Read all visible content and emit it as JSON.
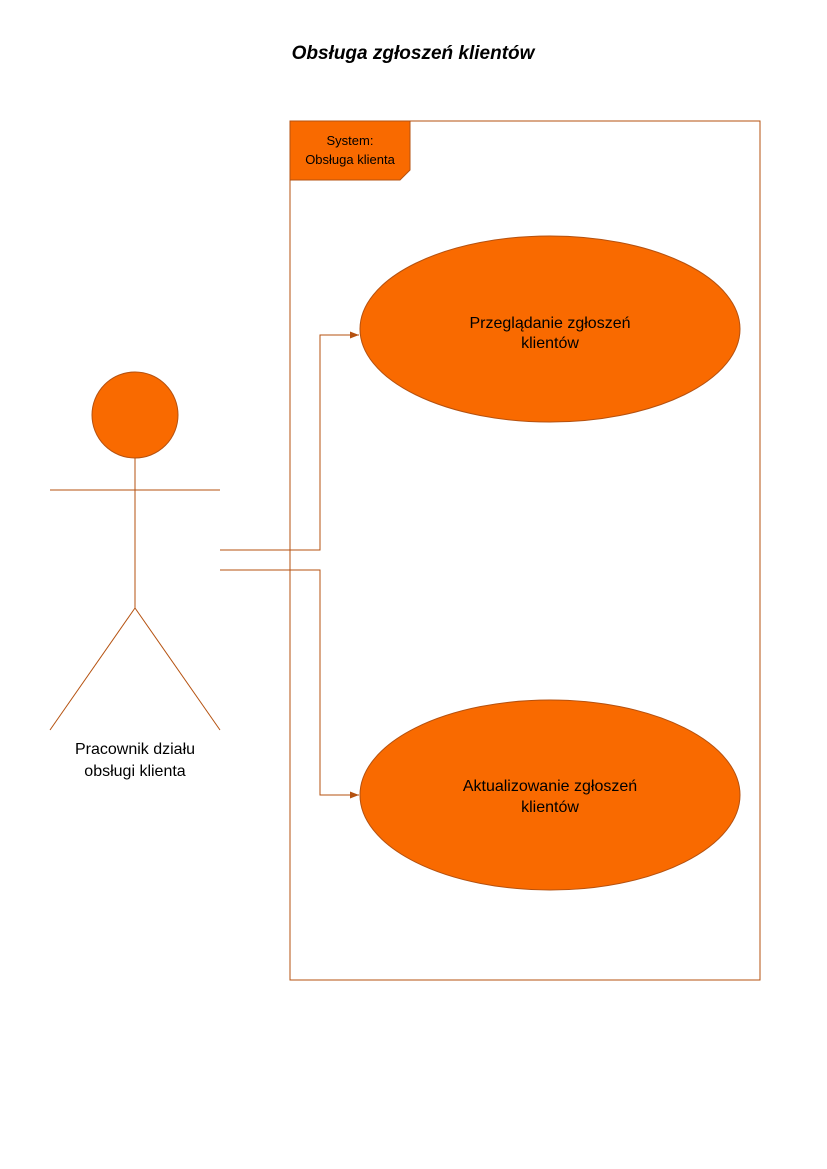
{
  "title": "Obsługa zgłoszeń klientów",
  "system": {
    "label_line1": "System:",
    "label_line2": "Obsługa klienta"
  },
  "actor": {
    "label_line1": "Pracownik działu",
    "label_line2": "obsługi klienta"
  },
  "use_cases": [
    {
      "line1": "Przeglądanie zgłoszeń",
      "line2": "klientów"
    },
    {
      "line1": "Aktualizowanie zgłoszeń",
      "line2": "klientów"
    }
  ],
  "colors": {
    "fill": "#f96a00",
    "stroke": "#b5510f",
    "text": "#000000",
    "background": "#ffffff"
  }
}
